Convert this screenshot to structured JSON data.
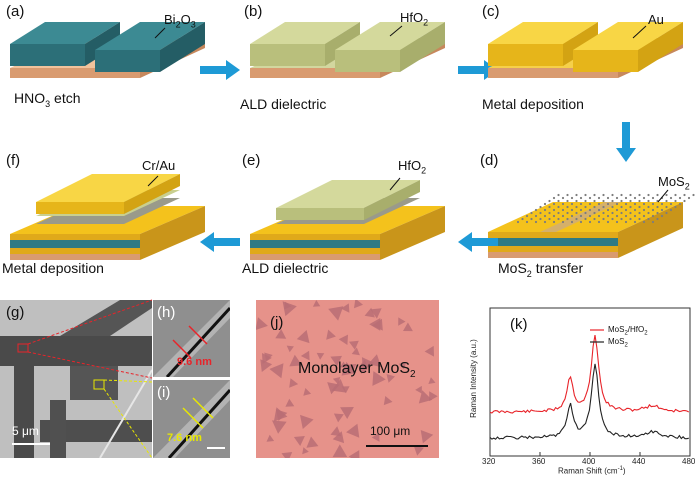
{
  "panels": {
    "a": {
      "label": "(a)",
      "caption_main": "HNO",
      "caption_sub": "3",
      "caption_tail": " etch",
      "material_main": "Bi",
      "material_sub1": "2",
      "material_mid": "O",
      "material_sub2": "3"
    },
    "b": {
      "label": "(b)",
      "caption": "ALD dielectric",
      "material_main": "HfO",
      "material_sub": "2"
    },
    "c": {
      "label": "(c)",
      "caption": "Metal deposition",
      "material": "Au"
    },
    "d": {
      "label": "(d)",
      "caption_main": "MoS",
      "caption_sub": "2",
      "caption_tail": " transfer",
      "material_main": "MoS",
      "material_sub": "2"
    },
    "e": {
      "label": "(e)",
      "caption": "ALD dielectric",
      "material_main": "HfO",
      "material_sub": "2"
    },
    "f": {
      "label": "(f)",
      "caption": "Metal deposition",
      "material": "Cr/Au"
    },
    "g": {
      "label": "(g)",
      "scale": "5 μm"
    },
    "h": {
      "label": "(h)",
      "measure": "9.6 nm"
    },
    "i": {
      "label": "(i)",
      "measure": "7.6 nm"
    },
    "j": {
      "label": "(j)",
      "title_main": "Monolayer MoS",
      "title_sub": "2",
      "scale": "100 μm"
    },
    "k": {
      "label": "(k)",
      "legend": [
        {
          "main": "MoS",
          "sub": "2",
          "tail": "/HfO",
          "sub2": "2",
          "color": "#e8242a"
        },
        {
          "main": "MoS",
          "sub": "2",
          "tail": "",
          "sub2": "",
          "color": "#222222"
        }
      ],
      "xlabel": "Raman Shift (cm",
      "xlabel_sup": "-1",
      "xlabel_end": ")",
      "ylabel": "Raman Intensity (a.u.)",
      "xticks": [
        "320",
        "360",
        "400",
        "440",
        "480"
      ]
    }
  },
  "colors": {
    "teal": "#2f7a83",
    "copper": "#e8b48a",
    "hfo2": "#c9cf8f",
    "gold": "#f4c21c",
    "arrow": "#1e9ad6",
    "mos2_bg": "#d9605f"
  }
}
